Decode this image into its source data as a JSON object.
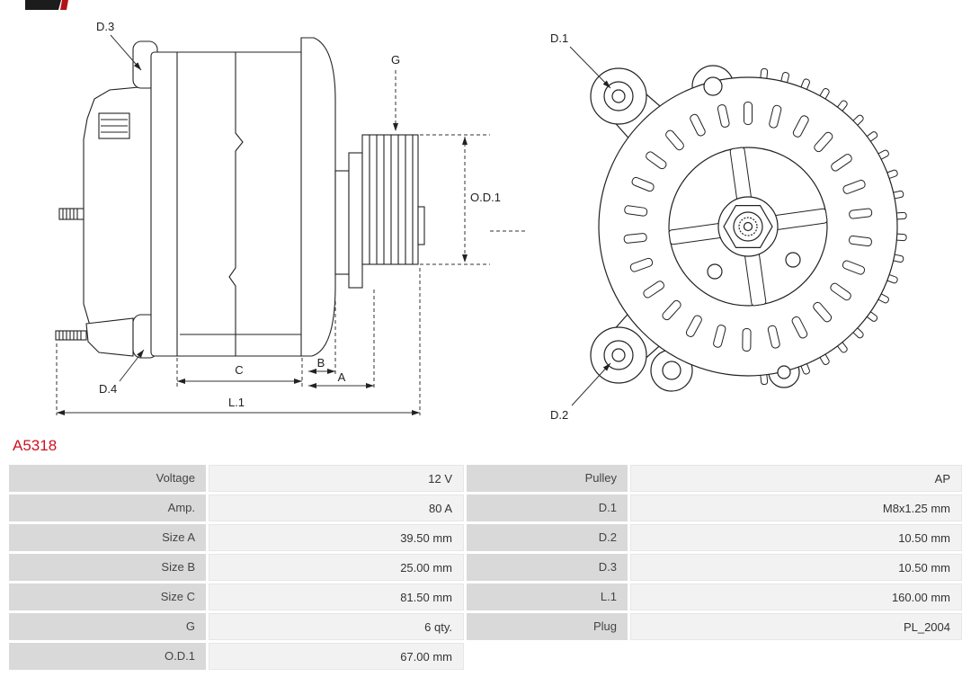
{
  "part_number": "A5318",
  "colors": {
    "red": "#cc1122",
    "label-bg": "#d9d9d9",
    "value-bg": "#f2f2f2"
  },
  "diagram": {
    "labels": {
      "d1": "D.1",
      "d2": "D.2",
      "d3": "D.3",
      "d4": "D.4",
      "g": "G",
      "od1": "O.D.1",
      "a": "A",
      "b": "B",
      "c": "C",
      "l1": "L.1"
    }
  },
  "table": {
    "rows": [
      {
        "l1": "Voltage",
        "v1": "12 V",
        "l2": "Pulley",
        "v2": "AP"
      },
      {
        "l1": "Amp.",
        "v1": "80 A",
        "l2": "D.1",
        "v2": "M8x1.25 mm"
      },
      {
        "l1": "Size A",
        "v1": "39.50 mm",
        "l2": "D.2",
        "v2": "10.50 mm"
      },
      {
        "l1": "Size B",
        "v1": "25.00 mm",
        "l2": "D.3",
        "v2": "10.50 mm"
      },
      {
        "l1": "Size C",
        "v1": "81.50 mm",
        "l2": "L.1",
        "v2": "160.00 mm"
      },
      {
        "l1": "G",
        "v1": "6 qty.",
        "l2": "Plug",
        "v2": "PL_2004"
      },
      {
        "l1": "O.D.1",
        "v1": "67.00 mm",
        "l2": "",
        "v2": ""
      }
    ]
  }
}
